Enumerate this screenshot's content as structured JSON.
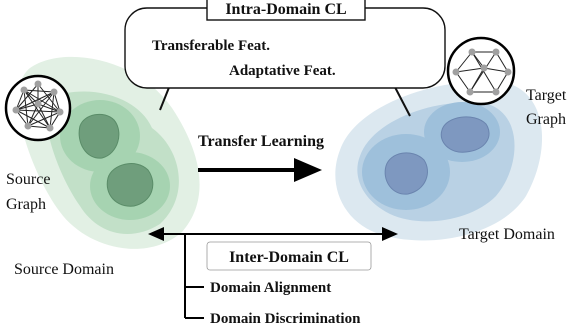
{
  "intra": {
    "title": "Intra-Domain CL",
    "item1": "Transferable Feat.",
    "item2": "Adaptative Feat."
  },
  "inter": {
    "title": "Inter-Domain CL",
    "item1": "Domain Alignment",
    "item2": "Domain Discrimination"
  },
  "transfer_label": "Transfer Learning",
  "source": {
    "graph_line1": "Source",
    "graph_line2": "Graph",
    "domain_label": "Source Domain",
    "color": "#8cc49c"
  },
  "target": {
    "graph_line1": "Target",
    "graph_line2": "Graph",
    "domain_label": "Target Domain",
    "color": "#8fb6d4"
  }
}
